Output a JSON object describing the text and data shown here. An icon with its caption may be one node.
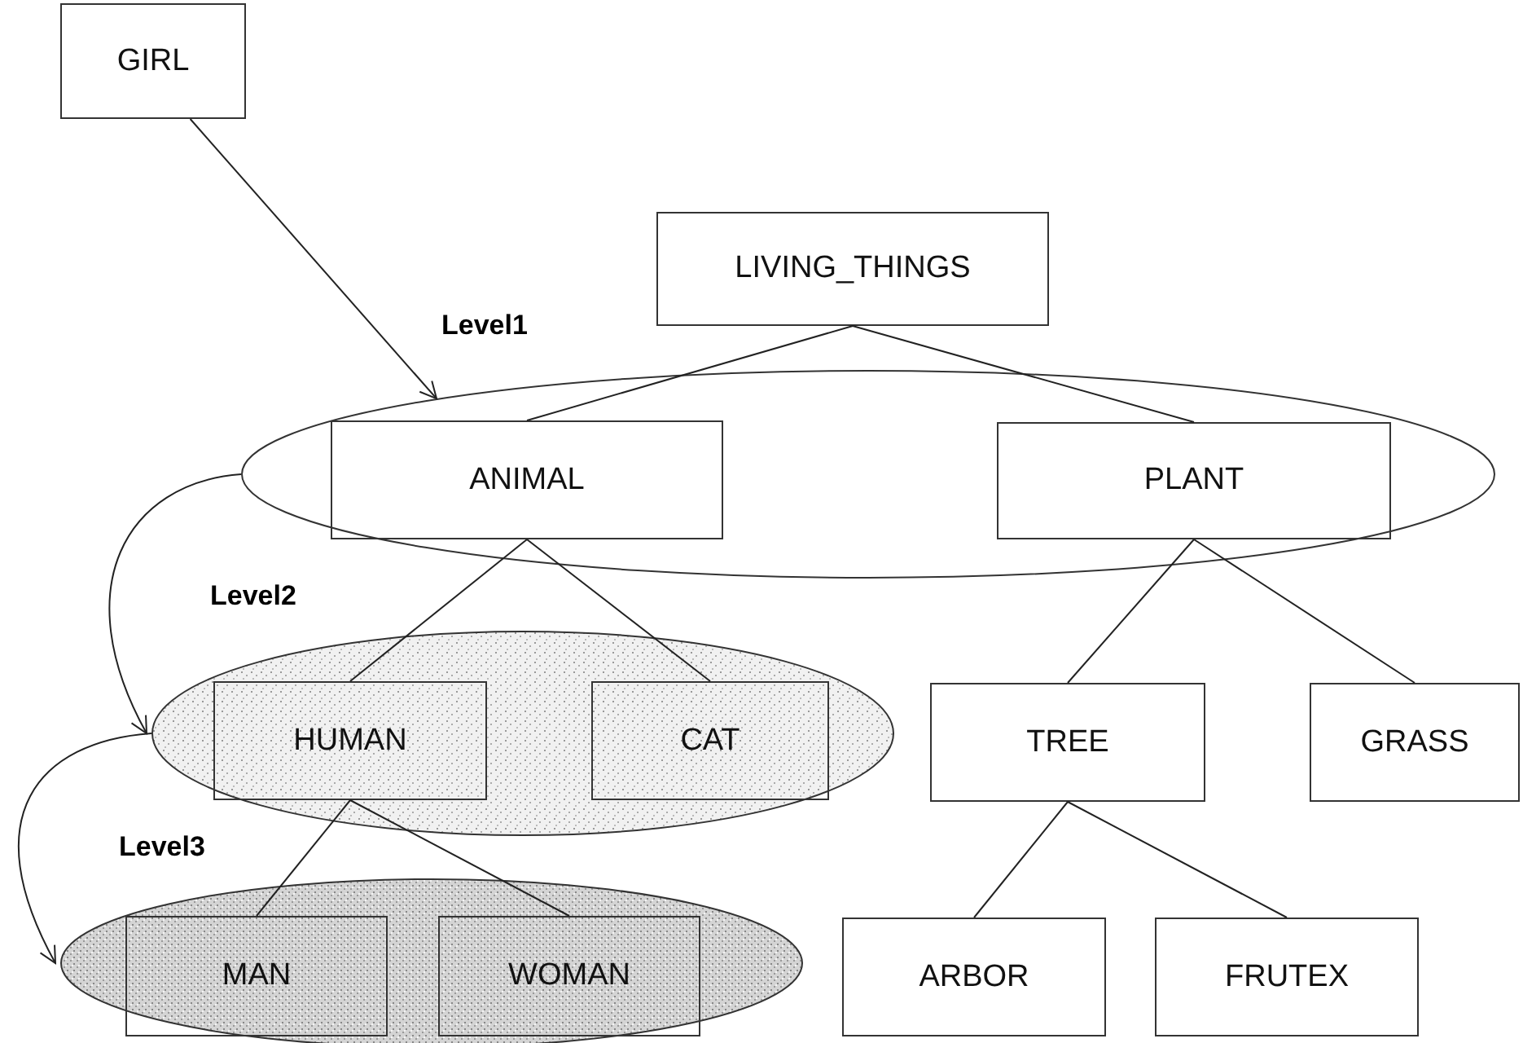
{
  "diagram": {
    "nodes": [
      {
        "text": [
          "GIRL"
        ]
      },
      {
        "text": [
          "LIVING_THINGS"
        ]
      },
      {
        "text": [],
        "shape": "ellipse"
      },
      {
        "text": [
          "ANIMAL"
        ],
        "in": 2
      },
      {
        "text": [
          "PLANT"
        ],
        "in": 2
      },
      {
        "text": [],
        "shape": "ellipse"
      },
      {
        "text": [
          "HUMAN"
        ],
        "in": 5
      },
      {
        "text": [
          "CAT"
        ],
        "in": 5
      },
      {
        "text": [
          "TREE"
        ]
      },
      {
        "text": [
          "GRASS"
        ]
      },
      {
        "text": [],
        "shape": "ellipse"
      },
      {
        "text": [
          "MAN"
        ],
        "in": 10
      },
      {
        "text": [
          "WOMAN"
        ],
        "in": 10
      },
      {
        "text": [
          "ARBOR"
        ]
      },
      {
        "text": [
          "FRUTEX"
        ]
      }
    ],
    "edges": [
      {
        "from": 0,
        "to": 2,
        "arrow": "to",
        "label": "Level1"
      },
      {
        "from": 2,
        "to": 5,
        "arrow": "to",
        "label": "Level2"
      },
      {
        "from": 5,
        "to": 10,
        "arrow": "to",
        "label": "Level3"
      },
      {
        "from": 1,
        "to": 3,
        "arrow": "none"
      },
      {
        "from": 1,
        "to": 4,
        "arrow": "none"
      },
      {
        "from": 3,
        "to": 6,
        "arrow": "none"
      },
      {
        "from": 3,
        "to": 7,
        "arrow": "none"
      },
      {
        "from": 4,
        "to": 8,
        "arrow": "none"
      },
      {
        "from": 4,
        "to": 9,
        "arrow": "none"
      },
      {
        "from": 6,
        "to": 11,
        "arrow": "none"
      },
      {
        "from": 6,
        "to": 12,
        "arrow": "none"
      },
      {
        "from": 8,
        "to": 13,
        "arrow": "none"
      },
      {
        "from": 8,
        "to": 14,
        "arrow": "none"
      }
    ]
  }
}
